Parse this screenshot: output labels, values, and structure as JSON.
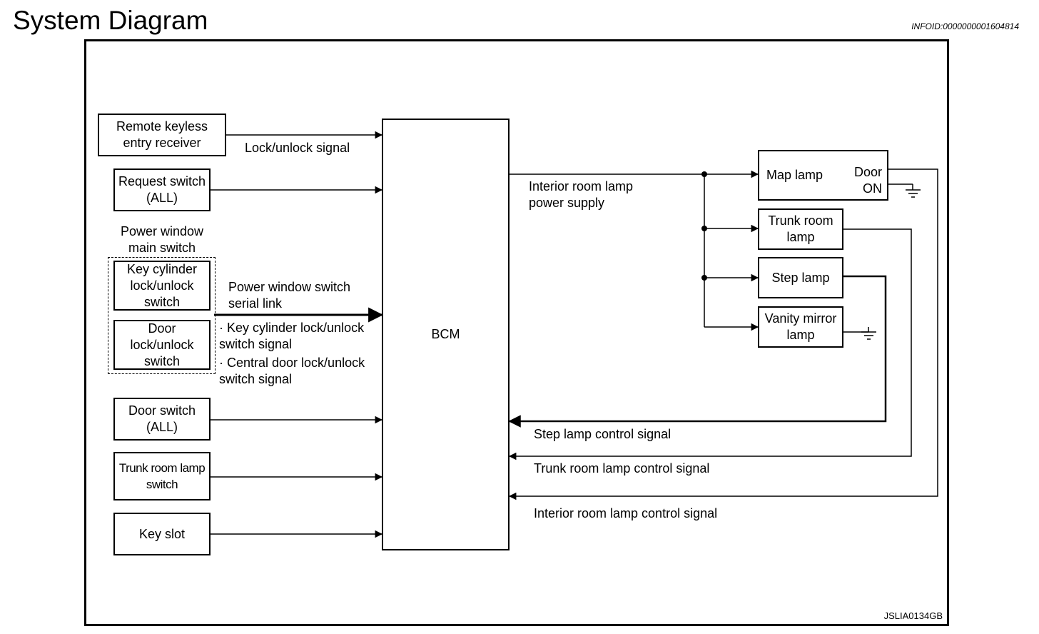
{
  "header": {
    "title": "System Diagram",
    "info_id": "INFOID:0000000001604814"
  },
  "inputs": {
    "remote_keyless": "Remote keyless\nentry receiver",
    "lock_unlock_signal": "Lock/unlock signal",
    "request_switch": "Request switch\n(ALL)",
    "power_window_main_switch": "Power window\nmain switch",
    "key_cylinder_switch": "Key cylinder\nlock/unlock\nswitch",
    "door_lock_switch": "Door\nlock/unlock\nswitch",
    "serial_link_label": "Power window switch\nserial link",
    "serial_bullet_1": "· Key cylinder lock/unlock\n  switch signal",
    "serial_bullet_2": "· Central door lock/unlock\n  switch signal",
    "door_switch": "Door switch\n(ALL)",
    "trunk_room_lamp_switch": "Trunk room lamp\nswitch",
    "key_slot": "Key slot"
  },
  "bcm": {
    "label": "BCM"
  },
  "outputs": {
    "power_supply_label": "Interior room lamp\npower supply",
    "map_lamp": "Map lamp",
    "door_on": "Door\nON",
    "trunk_room_lamp": "Trunk room\nlamp",
    "step_lamp": "Step lamp",
    "vanity_mirror_lamp": "Vanity mirror\nlamp",
    "step_lamp_control": "Step lamp control signal",
    "trunk_room_lamp_control": "Trunk room lamp control signal",
    "interior_room_lamp_control": "Interior room lamp control signal"
  },
  "footer": {
    "figure_code": "JSLIA0134GB"
  }
}
